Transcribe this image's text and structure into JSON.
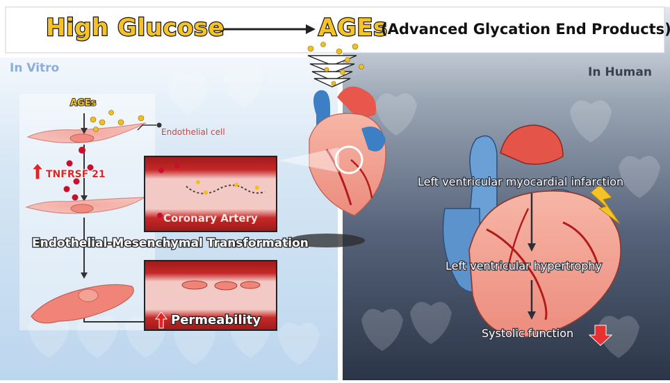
{
  "header": {
    "left_term": "High Glucose",
    "right_term": "AGEs",
    "right_term_expansion": "(Advanced Glycation End Products)"
  },
  "in_vitro": {
    "panel_label": "In Vitro",
    "ages_label": "AGEs",
    "endothelial_cell_label": "Endothelial cell",
    "marker_label": "TNFRSF 21",
    "vessel_label": "Coronary Artery",
    "transformation_label": "Endothelial-Mesenchymal Transformation",
    "permeability_label": "Permeability"
  },
  "in_human": {
    "panel_label": "In Human",
    "step1": "Left ventricular myocardial infarction",
    "step2": "Left ventricular hypertrophy",
    "step3": "Systolic function"
  },
  "colors": {
    "ages_yellow": "#f5c22a",
    "up_arrow_red": "#e02424",
    "down_arrow_red": "#e83030",
    "invitro_bg": "#cfe3f3",
    "inhuman_bg": "#3d4a5e"
  }
}
